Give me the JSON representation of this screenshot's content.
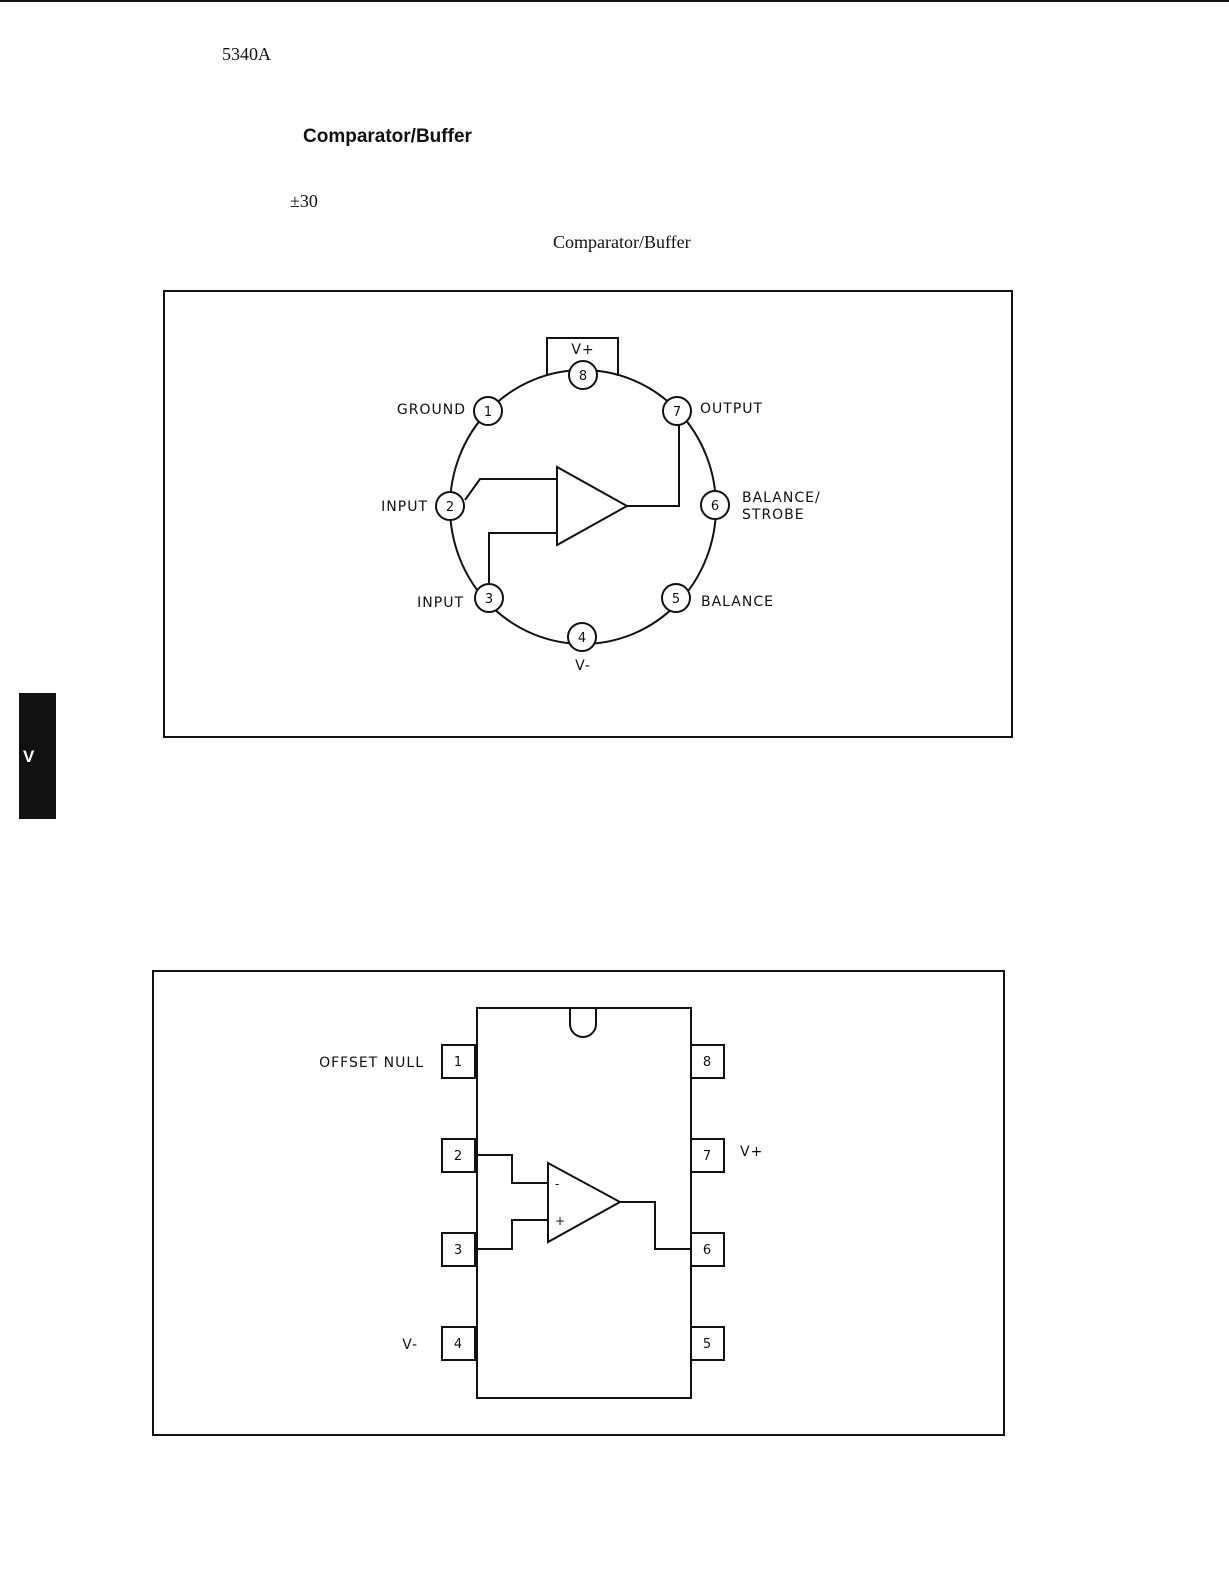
{
  "page": {
    "model": "5340A",
    "heading": "Comparator/Buffer",
    "voltage_note": "±30",
    "subheading": "Comparator/Buffer",
    "side_tab": "V"
  },
  "diagram_round": {
    "pins": [
      {
        "number": "1",
        "label": "GROUND"
      },
      {
        "number": "2",
        "label": "INPUT"
      },
      {
        "number": "3",
        "label": "INPUT"
      },
      {
        "number": "4",
        "label": "V-"
      },
      {
        "number": "5",
        "label": "BALANCE"
      },
      {
        "number": "6",
        "label": "BALANCE/",
        "label2": "STROBE"
      },
      {
        "number": "7",
        "label": "OUTPUT"
      },
      {
        "number": "8",
        "label": "V+"
      }
    ]
  },
  "diagram_dip": {
    "pins": [
      {
        "number": "1",
        "label": "OFFSET NULL"
      },
      {
        "number": "2",
        "label": ""
      },
      {
        "number": "3",
        "label": ""
      },
      {
        "number": "4",
        "label": "V-"
      },
      {
        "number": "5",
        "label": ""
      },
      {
        "number": "6",
        "label": ""
      },
      {
        "number": "7",
        "label": "V+"
      },
      {
        "number": "8",
        "label": ""
      }
    ],
    "inverting_sign": "-",
    "noninverting_sign": "+"
  }
}
